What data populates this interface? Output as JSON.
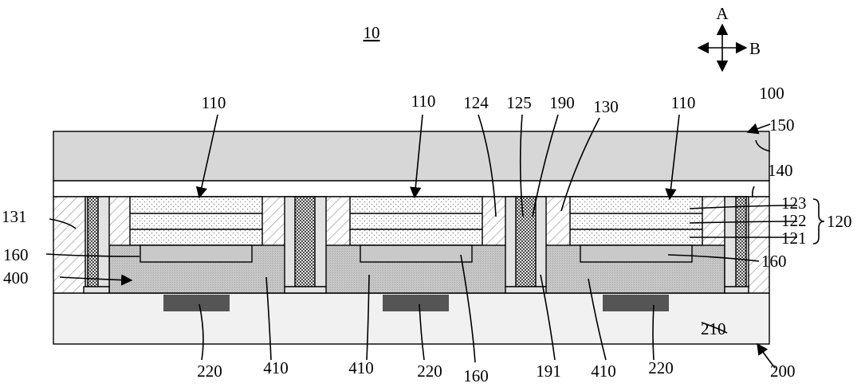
{
  "figure": {
    "title": "10",
    "direction": {
      "a": "A",
      "b": "B"
    },
    "labels": {
      "l_100": "100",
      "l_150": "150",
      "l_140": "140",
      "l_110a": "110",
      "l_110b": "110",
      "l_110c": "110",
      "l_124": "124",
      "l_125": "125",
      "l_190": "190",
      "l_130": "130",
      "l_123": "123",
      "l_122": "122",
      "l_121": "121",
      "l_120": "120",
      "l_131": "131",
      "l_160a": "160",
      "l_160b": "160",
      "l_160c": "160",
      "l_400": "400",
      "l_220a": "220",
      "l_220b": "220",
      "l_220c": "220",
      "l_410a": "410",
      "l_410b": "410",
      "l_410c": "410",
      "l_191": "191",
      "l_210": "210",
      "l_200": "200"
    }
  }
}
